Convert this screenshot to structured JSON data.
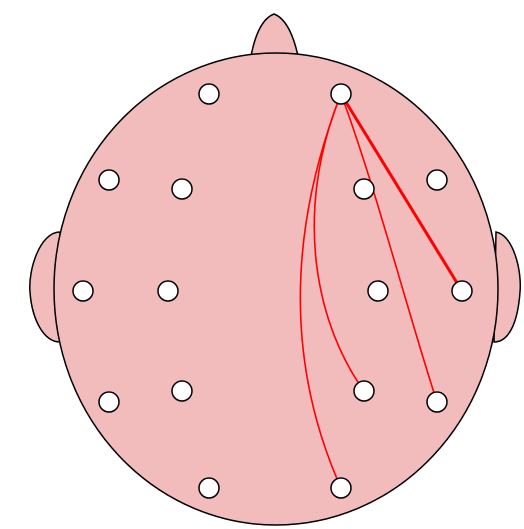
{
  "colors": {
    "scalp": "#f2bcbc",
    "outline": "#000000",
    "electrode": "#ffffff",
    "connection": "#ff0000"
  },
  "electrodes": [
    {
      "id": "e1"
    },
    {
      "id": "e2"
    },
    {
      "id": "e3"
    },
    {
      "id": "e4"
    },
    {
      "id": "e5"
    },
    {
      "id": "e6"
    },
    {
      "id": "e7"
    },
    {
      "id": "e8"
    },
    {
      "id": "e9"
    },
    {
      "id": "e10"
    },
    {
      "id": "e11"
    },
    {
      "id": "e12"
    },
    {
      "id": "e13"
    },
    {
      "id": "e14"
    },
    {
      "id": "e15"
    },
    {
      "id": "e16"
    }
  ],
  "connections": [
    {
      "from": "e2",
      "to": "e10",
      "strength": "strong"
    },
    {
      "from": "e2",
      "to": "e14",
      "strength": "weak"
    },
    {
      "from": "e2",
      "to": "e13",
      "strength": "weak"
    },
    {
      "from": "e2",
      "to": "e16",
      "strength": "weak"
    }
  ]
}
